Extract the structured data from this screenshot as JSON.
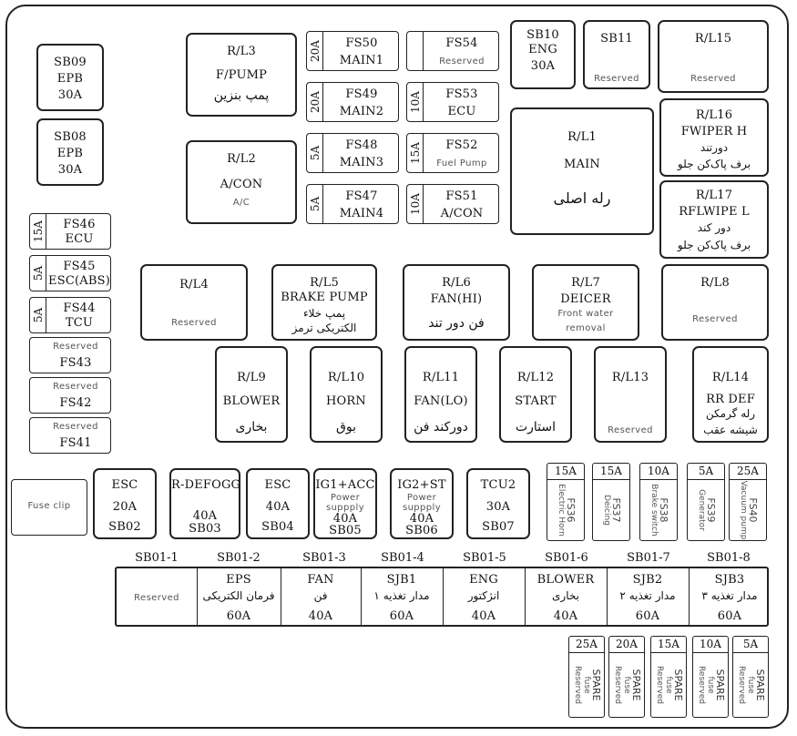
{
  "relays": {
    "rl3": {
      "name": "R/L3",
      "sub": "F/PUMP",
      "fa": "پمپ بنزین"
    },
    "rl2": {
      "name": "R/L2",
      "sub": "A/CON",
      "small": "A/C"
    },
    "rl1": {
      "name": "R/L1",
      "sub": "MAIN",
      "fa": "رله اصلی"
    },
    "rl15": {
      "name": "R/L15",
      "small": "Reserved"
    },
    "rl16": {
      "name": "R/L16",
      "sub": "FWIPER H",
      "fa1": "دورتند",
      "fa2": "برف پاک‌کن جلو"
    },
    "rl17": {
      "name": "R/L17",
      "sub": "RFLWIPE L",
      "fa1": "دور کند",
      "fa2": "برف پاک‌کن جلو"
    },
    "rl4": {
      "name": "R/L4",
      "small": "Reserved"
    },
    "rl5": {
      "name": "R/L5",
      "sub": "BRAKE PUMP",
      "fa1": "پمپ خلاء",
      "fa2": "الکتریکی ترمز"
    },
    "rl6": {
      "name": "R/L6",
      "sub": "FAN(HI)",
      "fa": "فن دور تند"
    },
    "rl7": {
      "name": "R/L7",
      "sub": "DEICER",
      "small1": "Front water",
      "small2": "removal"
    },
    "rl8": {
      "name": "R/L8",
      "small": "Reserved"
    },
    "rl9": {
      "name": "R/L9",
      "sub": "BLOWER",
      "fa": "بخاری"
    },
    "rl10": {
      "name": "R/L10",
      "sub": "HORN",
      "fa": "بوق"
    },
    "rl11": {
      "name": "R/L11",
      "sub": "FAN(LO)",
      "fa": "دورکند فن"
    },
    "rl12": {
      "name": "R/L12",
      "sub": "START",
      "fa": "استارت"
    },
    "rl13": {
      "name": "R/L13",
      "small": "Reserved"
    },
    "rl14": {
      "name": "R/L14",
      "sub": "RR DEF",
      "fa1": "رله گرمکن",
      "fa2": "شیشه عقب"
    }
  },
  "sb_left": {
    "sb09": {
      "l1": "SB09",
      "l2": "EPB",
      "l3": "30A"
    },
    "sb08": {
      "l1": "SB08",
      "l2": "EPB",
      "l3": "30A"
    }
  },
  "sb_top": {
    "sb10": {
      "l1": "SB10",
      "l2": "ENG",
      "l3": "30A"
    },
    "sb11": {
      "l1": "SB11",
      "small": "Reserved"
    }
  },
  "mid_fuses": [
    {
      "amp": "20A",
      "code": "FS50",
      "desc": "MAIN1"
    },
    {
      "amp": "20A",
      "code": "FS49",
      "desc": "MAIN2"
    },
    {
      "amp": "5A",
      "code": "FS48",
      "desc": "MAIN3"
    },
    {
      "amp": "5A",
      "code": "FS47",
      "desc": "MAIN4"
    },
    {
      "amp": "",
      "code": "FS54",
      "small": "Reserved"
    },
    {
      "amp": "10A",
      "code": "FS53",
      "desc": "ECU"
    },
    {
      "amp": "15A",
      "code": "FS52",
      "small": "Fuel Pump"
    },
    {
      "amp": "10A",
      "code": "FS51",
      "desc": "A/CON"
    }
  ],
  "left_fuses": [
    {
      "amp": "15A",
      "code": "FS46",
      "desc": "ECU"
    },
    {
      "amp": "5A",
      "code": "FS45",
      "desc": "ESC(ABS)"
    },
    {
      "amp": "5A",
      "code": "FS44",
      "desc": "TCU"
    },
    {
      "small": "Reserved",
      "code": "FS43"
    },
    {
      "small": "Reserved",
      "code": "FS42"
    },
    {
      "small": "Reserved",
      "code": "FS41"
    }
  ],
  "fuse_clip": "Fuse clip",
  "sb_row": [
    {
      "l1": "ESC",
      "l2": "20A",
      "l3": "SB02"
    },
    {
      "l1": "R-DEFOGGER",
      "l2": "40A",
      "l3": "SB03"
    },
    {
      "l1": "ESC",
      "l2": "40A",
      "l3": "SB04"
    },
    {
      "l1": "IG1+ACC",
      "s1": "Power",
      "s2": "suppply",
      "l2": "40A",
      "l3": "SB05"
    },
    {
      "l1": "IG2+ST",
      "s1": "Power",
      "s2": "suppply",
      "l2": "40A",
      "l3": "SB06"
    },
    {
      "l1": "TCU2",
      "l2": "30A",
      "l3": "SB07"
    }
  ],
  "small_fuses": [
    {
      "amp": "15A",
      "code": "FS36",
      "desc": "Electric Horn"
    },
    {
      "amp": "15A",
      "code": "FS37",
      "desc": "Deicing"
    },
    {
      "amp": "10A",
      "code": "FS38",
      "desc": "Brake switch"
    },
    {
      "amp": "5A",
      "code": "FS39",
      "desc": "Generator"
    },
    {
      "amp": "25A",
      "code": "FS40",
      "desc": "Vacuum pump"
    }
  ],
  "sb01": {
    "labels": [
      "SB01-1",
      "SB01-2",
      "SB01-3",
      "SB01-4",
      "SB01-5",
      "SB01-6",
      "SB01-7",
      "SB01-8"
    ],
    "cells": [
      {
        "small": "Reserved"
      },
      {
        "l1": "EPS",
        "fa": "فرمان الکتریکی",
        "l3": "60A"
      },
      {
        "l1": "FAN",
        "fa": "فن",
        "l3": "40A"
      },
      {
        "l1": "SJB1",
        "fa": "مدار تغذیه ۱",
        "l3": "60A"
      },
      {
        "l1": "ENG",
        "fa": "انژکتور",
        "l3": "40A"
      },
      {
        "l1": "BLOWER",
        "fa": "بخاری",
        "l3": "40A"
      },
      {
        "l1": "SJB2",
        "fa": "مدار تغذیه ۲",
        "l3": "60A"
      },
      {
        "l1": "SJB3",
        "fa": "مدار تغذیه ۳",
        "l3": "60A"
      }
    ]
  },
  "spare_fuses": [
    {
      "amp": "25A",
      "t1": "SPARE",
      "t2": "fuse",
      "t3": "Reserved"
    },
    {
      "amp": "20A",
      "t1": "SPARE",
      "t2": "fuse",
      "t3": "Reserved"
    },
    {
      "amp": "15A",
      "t1": "SPARE",
      "t2": "fuse",
      "t3": "Reserved"
    },
    {
      "amp": "10A",
      "t1": "SPARE",
      "t2": "fuse",
      "t3": "Reserved"
    },
    {
      "amp": "5A",
      "t1": "SPARE",
      "t2": "fuse",
      "t3": "Reserved"
    }
  ]
}
